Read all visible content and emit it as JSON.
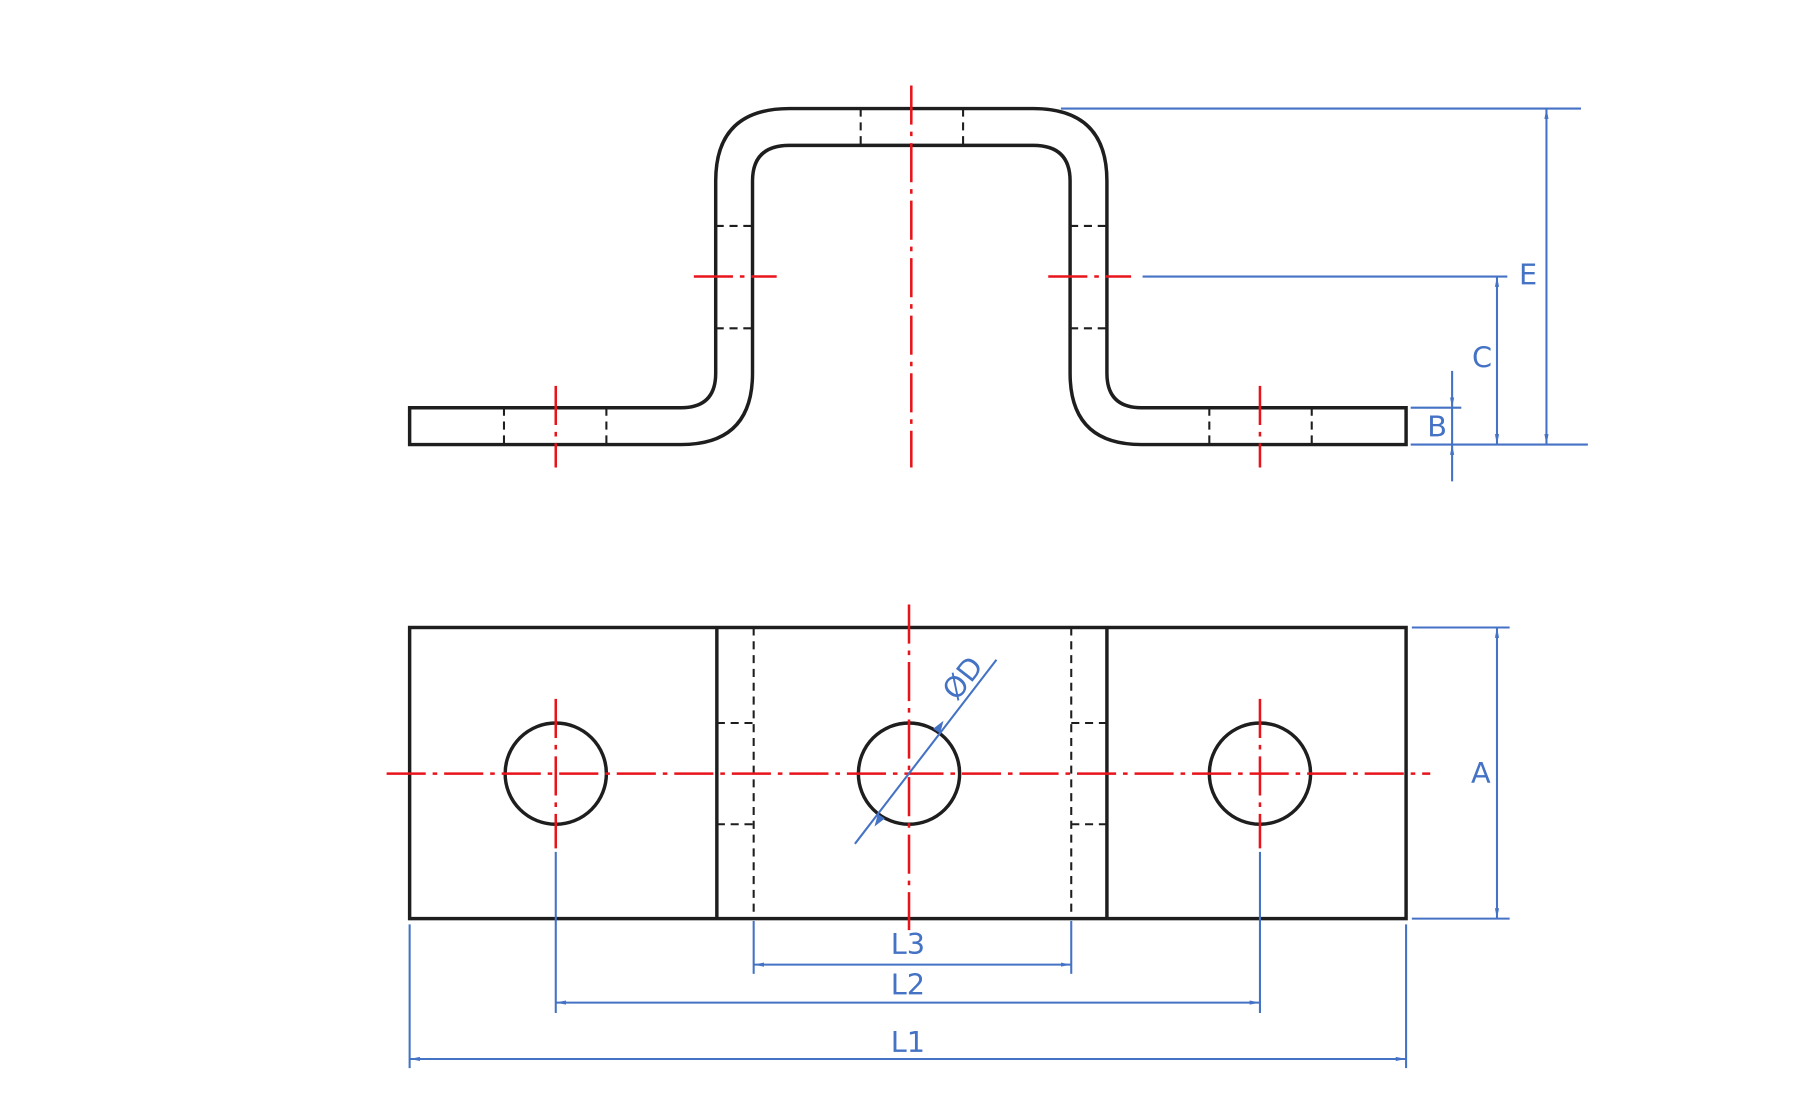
{
  "drawing": {
    "colors": {
      "outline": "#1e1e1e",
      "centerline": "#e8141b",
      "dimension": "#4472c4"
    },
    "side_view": {
      "dimension_labels": {
        "E": "E",
        "C": "C",
        "B": "B"
      }
    },
    "plan_view": {
      "dimension_labels": {
        "A": "A",
        "D": "ØD",
        "L1": "L1",
        "L2": "L2",
        "L3": "L3"
      },
      "hole_count": 3
    }
  }
}
